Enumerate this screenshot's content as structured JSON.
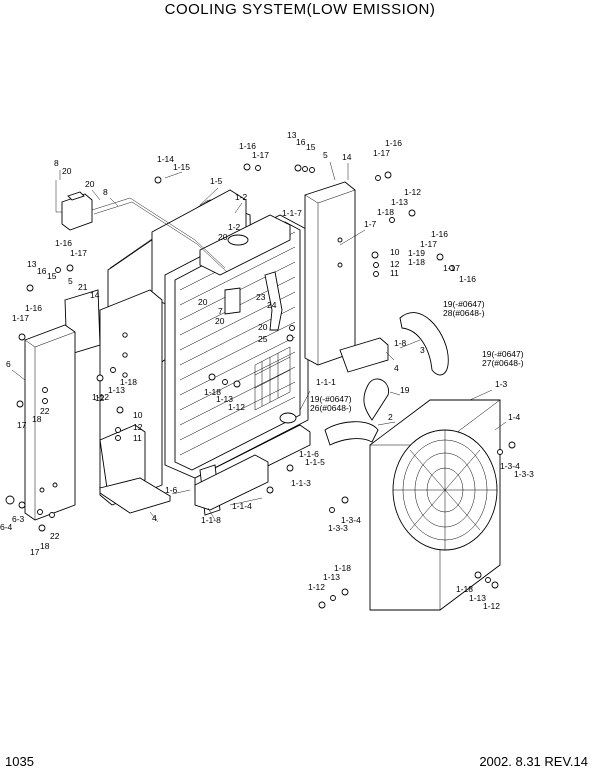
{
  "title": "COOLING SYSTEM(LOW EMISSION)",
  "page_number": "1035",
  "revision": "2002. 8.31 REV.14",
  "callouts": [
    "8",
    "20",
    "20",
    "8",
    "1-14",
    "1-15",
    "1-5",
    "1-2",
    "1-16",
    "1-17",
    "13",
    "16",
    "15",
    "5",
    "14",
    "1-16",
    "1-17",
    "1-12",
    "1-13",
    "1-18",
    "1-7",
    "1-2",
    "20",
    "1-1-7",
    "1-16",
    "1-17",
    "10",
    "12",
    "11",
    "1-19",
    "1-18",
    "1-16",
    "1-17",
    "13",
    "16",
    "15",
    "5",
    "21",
    "14",
    "1-16",
    "1-17",
    "20",
    "23",
    "24",
    "7",
    "20",
    "1-17",
    "1-16",
    "19(-#0647)",
    "28(#0648-)",
    "20",
    "25",
    "1-8",
    "3",
    "6",
    "1-18",
    "1-13",
    "12",
    "1-12",
    "1-18",
    "1-13",
    "1-12",
    "4",
    "19(-#0647)",
    "27(#0648-)",
    "22",
    "17",
    "18",
    "10",
    "12",
    "11",
    "1-1-1",
    "19",
    "1-3",
    "19(-#0647)",
    "26(#0648-)",
    "2",
    "1-4",
    "1-1-6",
    "1-1-5",
    "1-3-4",
    "1-3-3",
    "1-1-3",
    "1-6",
    "1-1-4",
    "1-1-8",
    "4",
    "1-3-4",
    "1-3-3",
    "6-3",
    "6-4",
    "22",
    "17",
    "18",
    "1-18",
    "1-13",
    "1-12",
    "1-18",
    "1-13",
    "1-12"
  ]
}
